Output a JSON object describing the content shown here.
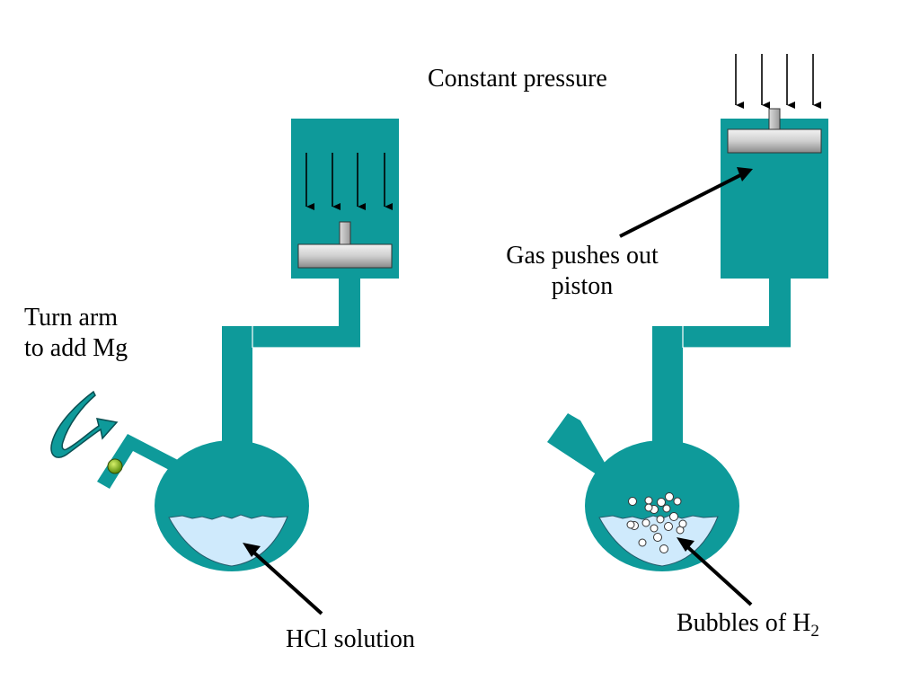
{
  "colors": {
    "teal": "#0e9a9a",
    "solution": "#cfeafc",
    "piston_top": "#e9e9e9",
    "piston_bottom": "#8e8e8e",
    "ball": "#8ec21a"
  },
  "labels": {
    "constant_pressure": "Constant pressure",
    "gas_pushes_line1": "Gas pushes out",
    "gas_pushes_line2": "piston",
    "turn_arm_line1": "Turn arm",
    "turn_arm_line2": "to add Mg",
    "hcl_solution": "HCl solution",
    "bubbles_prefix": "Bubbles of H",
    "bubbles_subscript": "2"
  }
}
